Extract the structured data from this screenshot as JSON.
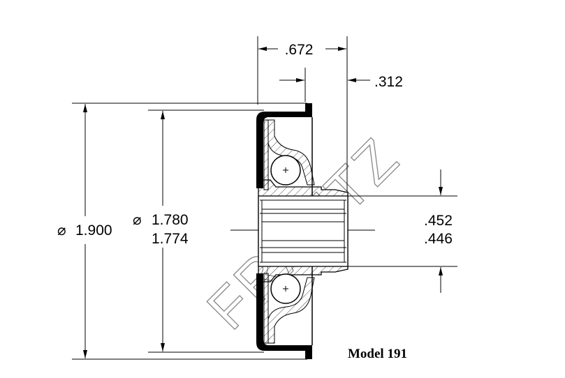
{
  "drawing": {
    "dimensions": {
      "width_overall": ".672",
      "offset": ".312",
      "outer_diameter": "1.900",
      "seat_diameter_max": "1.780",
      "seat_diameter_min": "1.774",
      "bore_max": ".452",
      "bore_min": ".446",
      "diameter_symbol": "⌀"
    },
    "model_label": "Model 191",
    "watermark": "FRANTZ",
    "colors": {
      "line": "#000000",
      "watermark": "#888888"
    }
  }
}
